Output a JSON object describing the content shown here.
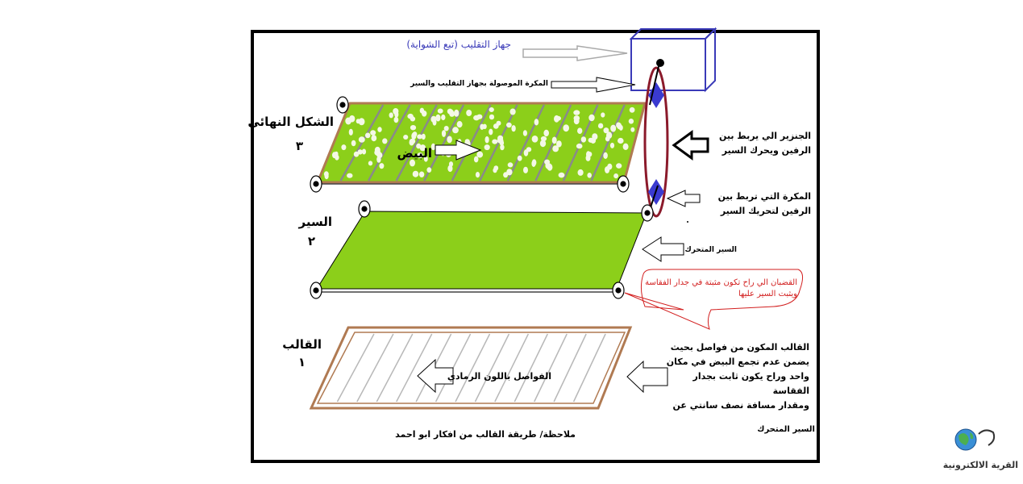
{
  "labels": {
    "turner_device": "جهاز التقليب (تبع الشواية)",
    "pulley_connected": "المكرة الموصولة بجهاز التقليب والسير",
    "final_shape": "الشكل النهائي",
    "final_shape_num": "٣",
    "eggs": "البيض",
    "chain_line1": "الجنزير الي يربط بين",
    "chain_line2": "الرفين ويحرك السير",
    "pulley_link_line1": "المكرة التي تربط بين",
    "pulley_link_line2": "الرفين لتحريك السير",
    "belt": "السير",
    "belt_num": "٢",
    "moving_belt": "السير المتحرك",
    "rods_line1": "القضبان الي راح تكون مثبتة في جدار الفقاسة",
    "rods_line2": "ويثبت السير عليها",
    "mold": "القالب",
    "mold_num": "١",
    "gray_separators": "الفواصل باللون الرمادي",
    "mold_desc_line1": "القالب المكون من فواصل بحيث",
    "mold_desc_line2": "يضمن عدم تجمع البيض في مكان",
    "mold_desc_line3": "واحد وراح يكون ثابت بجدار",
    "mold_desc_line4": "الفقاسة",
    "mold_desc_line5": "ومقدار مسافة نصف سانتي عن",
    "moving_belt_bottom": "السير المتحرك",
    "note": "ملاحظة/ طريقة القالب من افكار ابو احمد",
    "logo": "القرية الالكترونية"
  },
  "colors": {
    "frame": "#000000",
    "tray_green": "#8ccf1a",
    "tray_border": "#b07a52",
    "egg": "#f4f8e6",
    "separator": "#8a8a8a",
    "box_blue": "#3a3ab8",
    "chain_red": "#8b1a2b",
    "pulley_blue": "#3a3ad0",
    "callout_red": "#d21e1e"
  }
}
